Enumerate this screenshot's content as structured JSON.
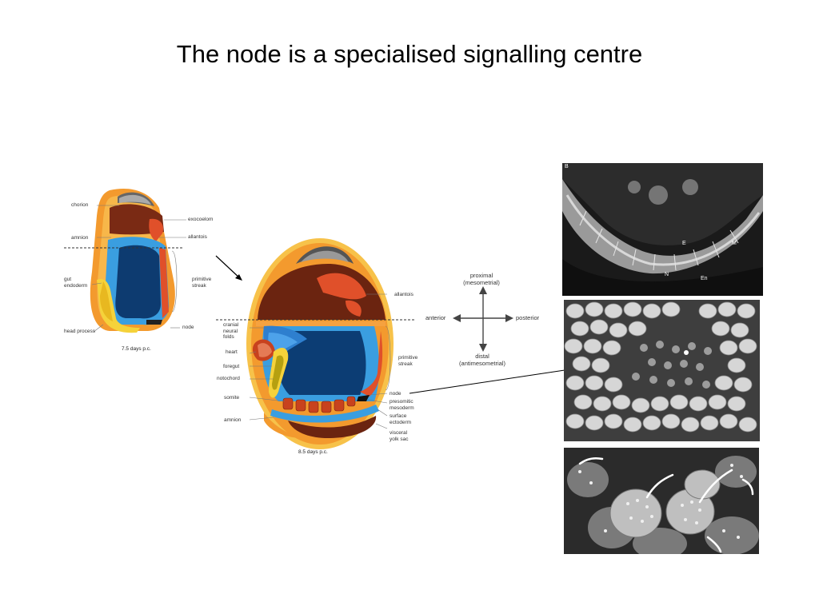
{
  "slide": {
    "title": "The node is a specialised signalling centre"
  },
  "embryo_7_5": {
    "caption": "7.5 days p.c.",
    "labels": {
      "chorion": "chorion",
      "exocoelom": "exocoelom",
      "amnion": "amnion",
      "allantois": "allantois",
      "gut_endoderm": "gut\nendoderm",
      "primitive_streak": "primitive\nstreak",
      "head_process": "head process",
      "node": "node"
    }
  },
  "embryo_8_5": {
    "caption": "8.5 days p.c.",
    "labels": {
      "allantois": "allantois",
      "cranial_neural_folds": "cranial\nneural\nfolds",
      "heart": "heart",
      "foregut": "foregut",
      "notochord": "notochord",
      "somite": "somite",
      "amnion": "amnion",
      "primitive_streak": "primitive\nstreak",
      "node": "node",
      "presomitic_mesoderm": "presomitic\nmesoderm",
      "surface_ectoderm": "surface\nectoderm",
      "visceral_yolk_sac": "visceral\nyolk sac"
    }
  },
  "axes": {
    "proximal": "proximal\n(mesometrial)",
    "distal": "distal\n(antimesometrial)",
    "anterior": "anterior",
    "posterior": "posterior"
  },
  "sem_panels": {
    "panel_letter": "B",
    "marks": [
      "E",
      "M",
      "N",
      "En"
    ]
  },
  "colors": {
    "ectoderm_blue": "#1f6fb5",
    "mesoderm_orange": "#f39a2e",
    "endoderm_yellow": "#f5d23a",
    "extraembryonic_red": "#c8421e",
    "tissue_brown": "#6b2410"
  }
}
